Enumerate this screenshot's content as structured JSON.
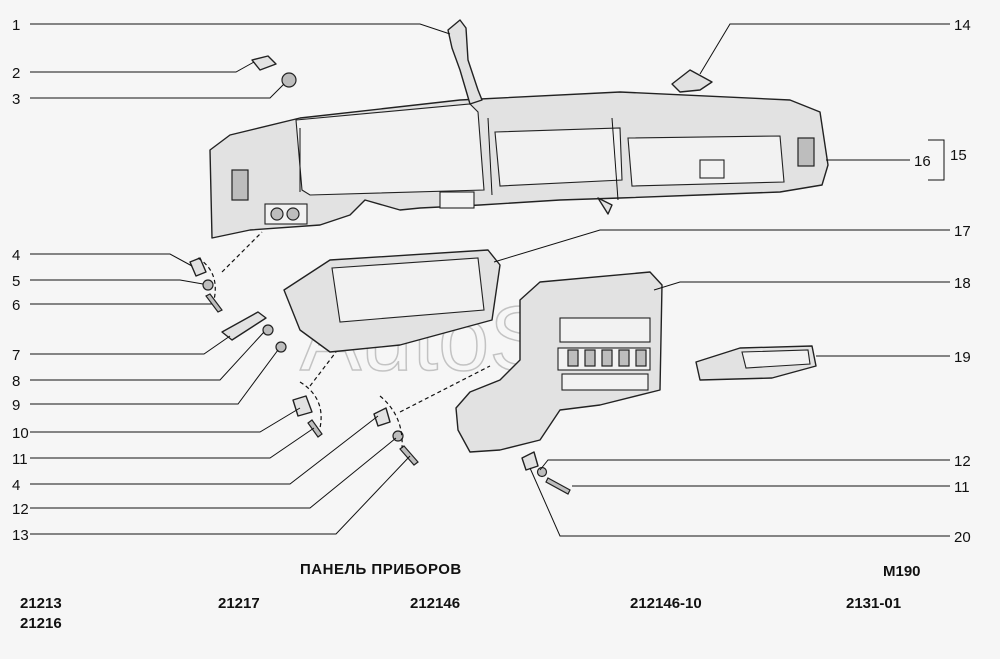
{
  "diagram": {
    "title": "ПАНЕЛЬ ПРИБОРОВ",
    "code": "M190",
    "watermark": "AutoSoft",
    "callouts_left": [
      "1",
      "2",
      "3",
      "4",
      "5",
      "6",
      "7",
      "8",
      "9",
      "10",
      "11",
      "4",
      "12",
      "13"
    ],
    "callouts_right": [
      "14",
      "15",
      "16",
      "17",
      "18",
      "19",
      "12",
      "11",
      "20"
    ],
    "models": [
      "21213",
      "21216",
      "21217",
      "212146",
      "212146-10",
      "2131-01"
    ]
  }
}
